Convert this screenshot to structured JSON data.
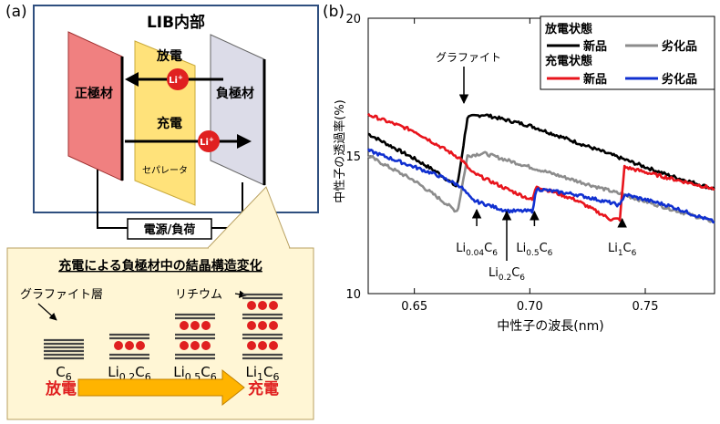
{
  "panel_a": {
    "label": "(a)",
    "box_title": "LIB内部",
    "positive_electrode": "正極材",
    "negative_electrode": "負極材",
    "separator": "セパレータ",
    "discharge": "放電",
    "charge": "充電",
    "li_ion": "Li",
    "li_ion_sup": "+",
    "power_load": "電源/負荷",
    "callout_title": "充電による負極材中の結晶構造変化",
    "graphite_layer": "グラファイト層",
    "lithium": "リチウム",
    "stages": [
      {
        "main": "C",
        "sub": "6",
        "li_layers": 0
      },
      {
        "main": "Li",
        "sub1": "0.2",
        "mid": "C",
        "sub2": "6",
        "li_layers": 1
      },
      {
        "main": "Li",
        "sub1": "0.5",
        "mid": "C",
        "sub2": "6",
        "li_layers": 2
      },
      {
        "main": "Li",
        "sub1": "1",
        "mid": "C",
        "sub2": "6",
        "li_layers": 3
      }
    ],
    "arrow_left": "放電",
    "arrow_right": "充電",
    "colors": {
      "positive": "#f08080",
      "separator": "#ffe27a",
      "negative": "#dcdce8",
      "frame": "#2f4f7f",
      "callout_bg": "#fff6d5",
      "li": "#e02020",
      "arrow": "#ffb400"
    }
  },
  "panel_b": {
    "label": "(b)",
    "legend_discharge": "放電状態",
    "legend_charge": "充電状態",
    "new": "新品",
    "degraded": "劣化品",
    "annot_graphite": "グラファイト",
    "annotations": [
      {
        "x": 0.677,
        "main": "Li",
        "sub": "0.04",
        "tail": "C",
        "tsub": "6"
      },
      {
        "x": 0.69,
        "main": "Li",
        "sub": "0.2",
        "tail": "C",
        "tsub": "6"
      },
      {
        "x": 0.702,
        "main": "Li",
        "sub": "0.5",
        "tail": "C",
        "tsub": "6"
      },
      {
        "x": 0.74,
        "main": "Li",
        "sub": "1",
        "tail": "C",
        "tsub": "6"
      }
    ]
  },
  "chart_data": {
    "type": "line",
    "xlabel": "中性子の波長(nm)",
    "ylabel": "中性子の透過率(%)",
    "xlim": [
      0.63,
      0.78
    ],
    "ylim": [
      10,
      20
    ],
    "xticks": [
      "0.65",
      "0.70",
      "0.75"
    ],
    "xtick_values": [
      0.65,
      0.7,
      0.75
    ],
    "yticks": [
      "10",
      "15",
      "20"
    ],
    "ytick_values": [
      10,
      15,
      20
    ],
    "series": [
      {
        "name": "放電状態 新品",
        "color": "#000000",
        "x": [
          0.63,
          0.65,
          0.66,
          0.668,
          0.669,
          0.673,
          0.68,
          0.7,
          0.72,
          0.74,
          0.76,
          0.78
        ],
        "y": [
          15.8,
          14.9,
          14.4,
          13.9,
          14.1,
          16.4,
          16.5,
          16.1,
          15.5,
          14.9,
          14.3,
          13.8
        ]
      },
      {
        "name": "放電状態 劣化品",
        "color": "#8c8c8c",
        "x": [
          0.63,
          0.65,
          0.66,
          0.668,
          0.669,
          0.673,
          0.68,
          0.7,
          0.72,
          0.74,
          0.76,
          0.78
        ],
        "y": [
          15.0,
          14.1,
          13.5,
          13.0,
          13.1,
          15.0,
          15.1,
          14.6,
          14.1,
          13.6,
          13.1,
          12.6
        ]
      },
      {
        "name": "充電状態 新品",
        "color": "#e8141c",
        "x": [
          0.63,
          0.65,
          0.66,
          0.67,
          0.675,
          0.69,
          0.701,
          0.703,
          0.72,
          0.735,
          0.739,
          0.741,
          0.76,
          0.78
        ],
        "y": [
          16.5,
          15.9,
          15.4,
          14.9,
          14.4,
          13.8,
          13.4,
          13.9,
          13.4,
          12.7,
          12.7,
          14.6,
          14.2,
          13.8
        ]
      },
      {
        "name": "充電状態 劣化品",
        "color": "#1030d0",
        "x": [
          0.63,
          0.65,
          0.66,
          0.67,
          0.675,
          0.69,
          0.701,
          0.703,
          0.72,
          0.735,
          0.739,
          0.741,
          0.76,
          0.78
        ],
        "y": [
          15.2,
          14.6,
          14.3,
          13.9,
          13.4,
          13.0,
          13.0,
          13.8,
          13.6,
          13.3,
          13.2,
          13.6,
          13.2,
          12.6
        ]
      }
    ],
    "grid": false,
    "legend": "top-right"
  }
}
